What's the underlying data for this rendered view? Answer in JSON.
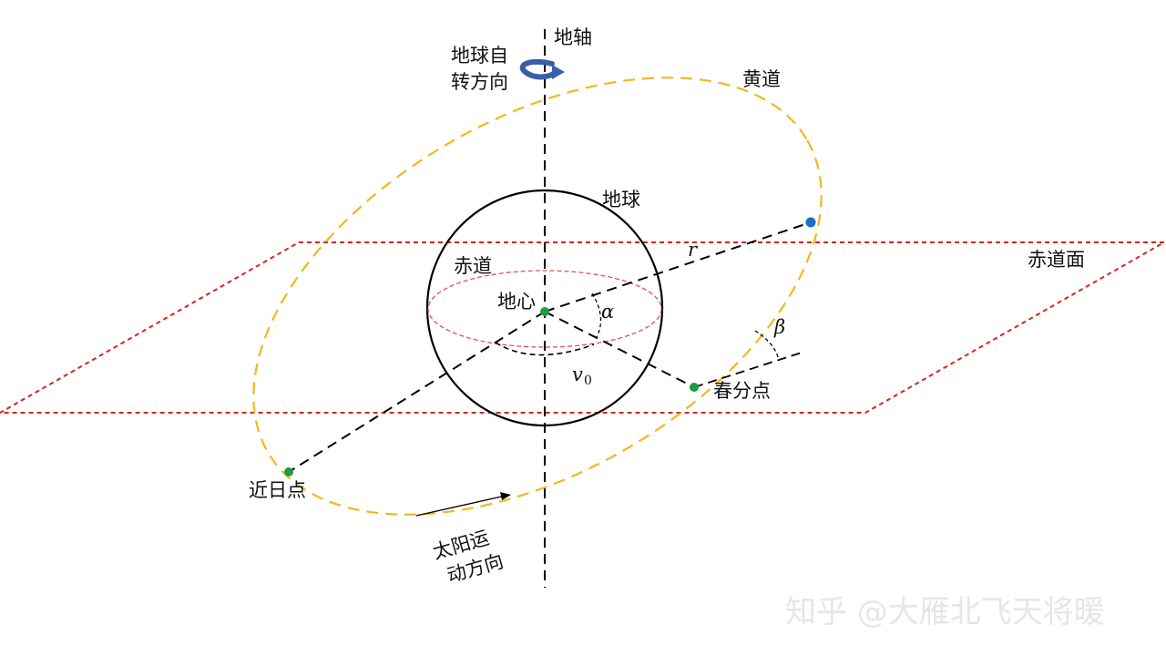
{
  "labels": {
    "axis": "地轴",
    "rotation": [
      "地球自",
      "转方向"
    ],
    "ecliptic": "黄道",
    "earth": "地球",
    "equator": "赤道",
    "equatorial_plane": "赤道面",
    "center": "地心",
    "vernal_equinox": "春分点",
    "perihelion": "近日点",
    "sun_motion": [
      "太阳运",
      "动方向"
    ],
    "r": "r",
    "alpha": "α",
    "beta": "β",
    "nu": "v",
    "nu_sub": "0"
  },
  "watermark": "知乎 @大雁北飞天将暖",
  "colors": {
    "ecliptic": "#f2b81c",
    "equatorial_plane": "#d9231d",
    "rotation_arrow": "#3a5fa6",
    "point_green": "#1f9a45",
    "point_blue": "#1e6fc2",
    "lines": "#000000"
  }
}
